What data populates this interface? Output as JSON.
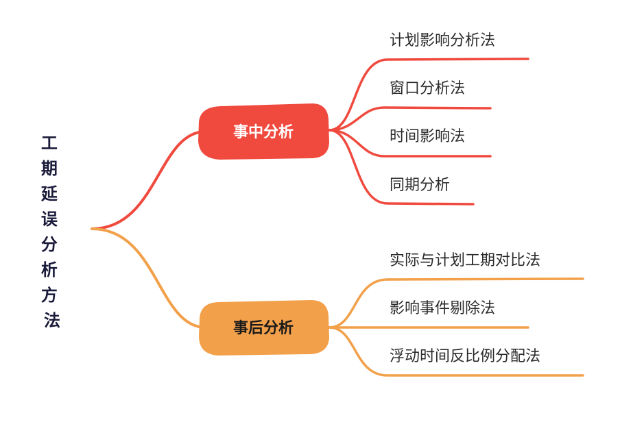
{
  "root": {
    "label": "工期延误分析方法"
  },
  "branches": [
    {
      "label": "事中分析",
      "color": "#f04a3f",
      "text_color": "#ffffff",
      "leaves": [
        "计划影响分析法",
        "窗口分析法",
        "时间影响法",
        "同期分析"
      ]
    },
    {
      "label": "事后分析",
      "color": "#f2a04a",
      "text_color": "#1a1a1a",
      "leaves": [
        "实际与计划工期对比法",
        "影响事件剔除法",
        "浮动时间反比例分配法"
      ]
    }
  ]
}
